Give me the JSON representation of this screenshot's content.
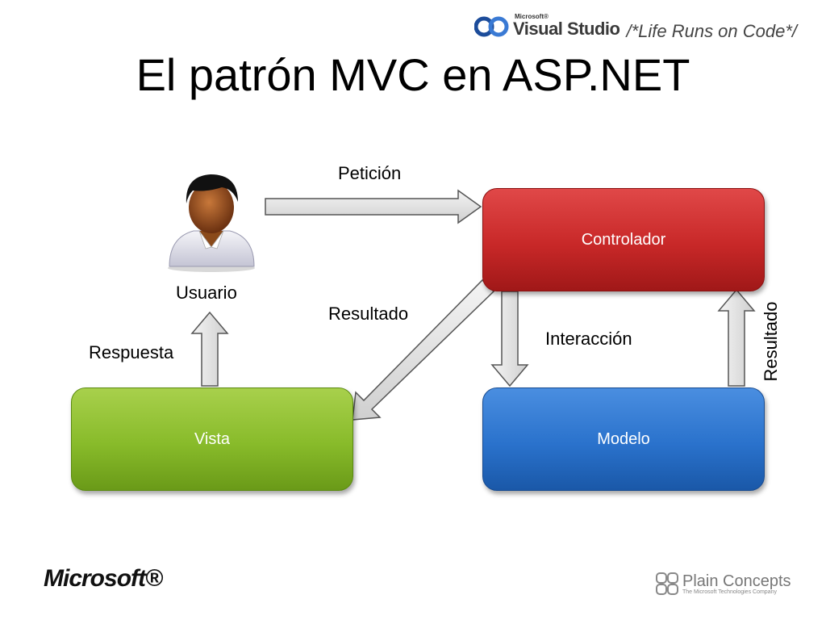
{
  "header": {
    "brand_micro": "Microsoft®",
    "brand_name": "Visual Studio",
    "brand_tagline": "/*Life Runs on Code*/"
  },
  "title": "El patrón MVC en ASP.NET",
  "diagram": {
    "user_label": "Usuario",
    "nodes": {
      "controller": "Controlador",
      "view": "Vista",
      "model": "Modelo"
    },
    "edges": {
      "request": "Petición",
      "result_to_view": "Resultado",
      "interaction": "Interacción",
      "response": "Respuesta",
      "result_to_controller": "Resultado"
    }
  },
  "footer": {
    "left_brand": "Microsoft®",
    "right_brand": "Plain Concepts",
    "right_tagline": "The Microsoft Technologies Company"
  }
}
